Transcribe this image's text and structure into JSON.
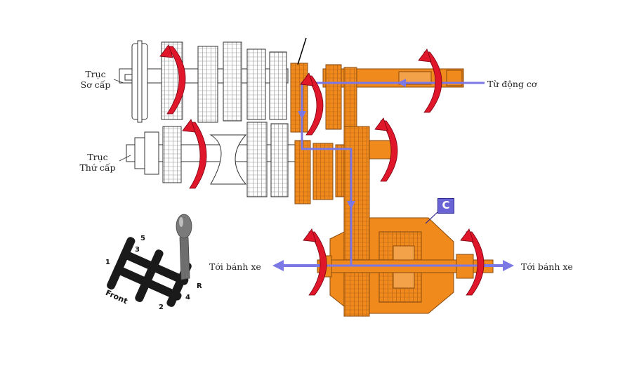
{
  "labels": {
    "primary_shaft_line1": "Trục",
    "primary_shaft_line2": "Sơ cấp",
    "secondary_shaft_line1": "Trục",
    "secondary_shaft_line2": "Thứ cấp",
    "from_engine": "Từ động cơ",
    "to_wheel_left": "Tới bánh xe",
    "to_wheel_right": "Tới bánh xe",
    "differential_badge": "C",
    "shifter_front": "Front",
    "gear_positions": [
      "1",
      "2",
      "3",
      "4",
      "5",
      "R"
    ]
  },
  "colors": {
    "transmission_orange": "#f08a1c",
    "orange_dark": "#8a4a0c",
    "rotation_red": "#e0162a",
    "power_flow_blue": "#7b78e6",
    "badge_purple": "#6a63d6",
    "shifter_black": "#1a1a1a",
    "knob_gray": "#7a7a7a"
  },
  "icons": {
    "rotation_arrows": "red-curved-rotation-arrow-icon",
    "power_flow": "blue-flow-arrow-icon",
    "gear_shifter": "gear-shift-lever-icon"
  }
}
